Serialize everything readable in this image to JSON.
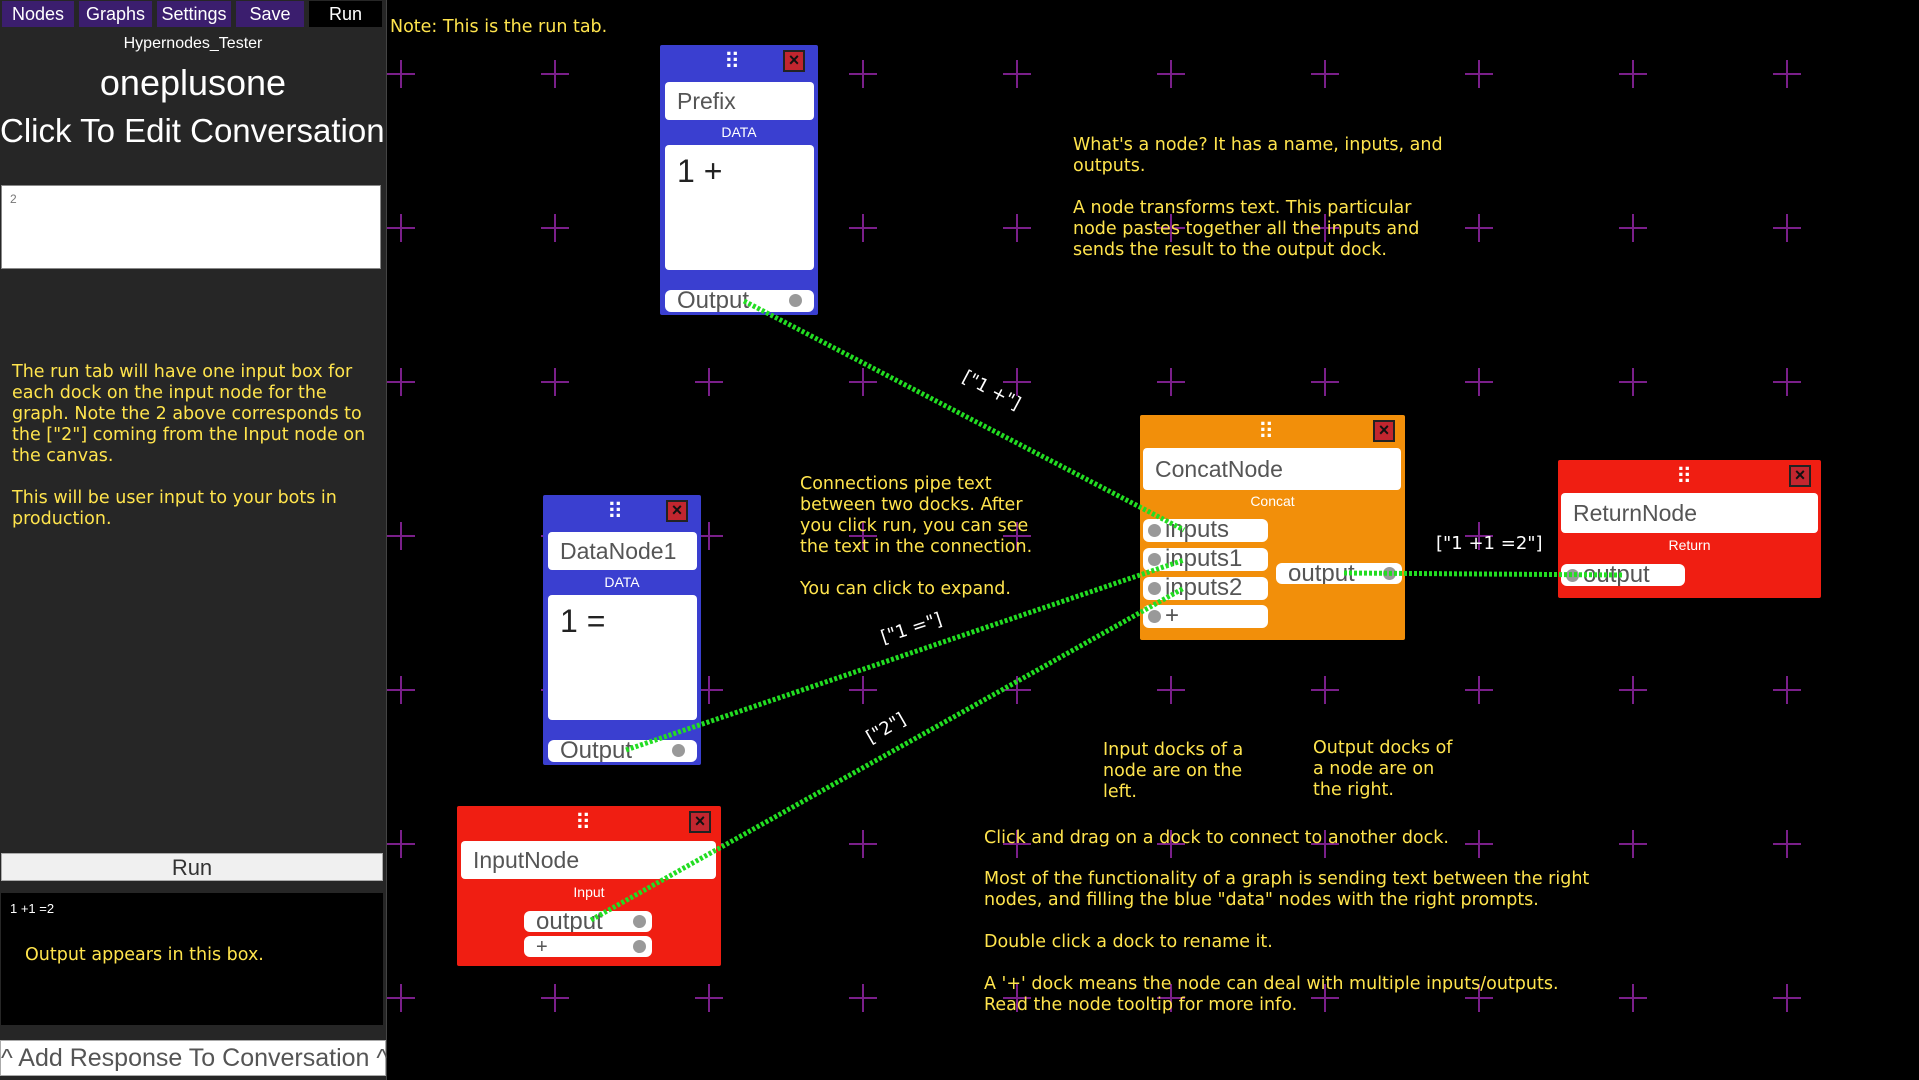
{
  "menu": {
    "tabs": [
      {
        "label": "Nodes"
      },
      {
        "label": "Graphs"
      },
      {
        "label": "Settings"
      },
      {
        "label": "Save"
      },
      {
        "label": "Run"
      }
    ]
  },
  "sidebar": {
    "project": "Hypernodes_Tester",
    "graph_name": "oneplusone",
    "conversation_button": "Click To Edit Conversation",
    "input_value": "2",
    "note_1": "The run tab will have one input box for each dock on the input node for the graph. Note the 2 above corresponds to the [\"2\"] coming from the Input node on the canvas.",
    "note_2": "This will be user input to your bots in production.",
    "run_button": "Run",
    "output_value": "1 +1 =2",
    "output_note": "Output appears in this box.",
    "add_response": "^ Add Response To Conversation ^"
  },
  "canvas": {
    "note_top": "Note: This is the run tab.",
    "what_node_1": "What's a node? It has a name, inputs, and outputs.",
    "what_node_2": "A node transforms text. This particular node pastes together all the inputs and sends the result to the output dock.",
    "connections_1": "Connections pipe text between two docks. After you click run, you can see the text in the connection.",
    "connections_2": "You can click to expand.",
    "input_docks": "Input docks of a node are on the left.",
    "output_docks": "Output docks of a node are on the right.",
    "drag_note": "Click and drag on a dock to connect to another dock.",
    "functionality_note": "Most of the functionality of a graph is sending text between the right nodes, and filling the blue \"data\" nodes with the right prompts.",
    "rename_note": "Double click a dock to rename it.",
    "plus_note": "A '+' dock means the node can deal with multiple inputs/outputs. Read the node tooltip for more info."
  },
  "nodes": {
    "prefix": {
      "name": "Prefix",
      "type": "DATA",
      "text": "1 +",
      "output": "Output"
    },
    "datanode1": {
      "name": "DataNode1",
      "type": "DATA",
      "text": "1 =",
      "output": "Output"
    },
    "inputnode": {
      "name": "InputNode",
      "type": "Input",
      "output": "output",
      "plus": "+"
    },
    "concat": {
      "name": "ConcatNode",
      "type": "Concat",
      "inputs": [
        "inputs",
        "inputs1",
        "inputs2",
        "+"
      ],
      "output": "output"
    },
    "returnnode": {
      "name": "ReturnNode",
      "type": "Return",
      "input": "output"
    }
  },
  "wires": {
    "prefix_to_concat": "[\"1 +\"]",
    "data_to_concat": "[\"1 =\"]",
    "input_to_concat": "[\"2\"]",
    "concat_to_return": "[\"1 +1 =2\"]"
  },
  "colors": {
    "data_node": "#3a3fd0",
    "concat_node": "#f28f0a",
    "io_node": "#f01e12",
    "wire": "#22dd22",
    "note_text": "#ffe44d",
    "grid_cross": "#7a1f8a"
  }
}
